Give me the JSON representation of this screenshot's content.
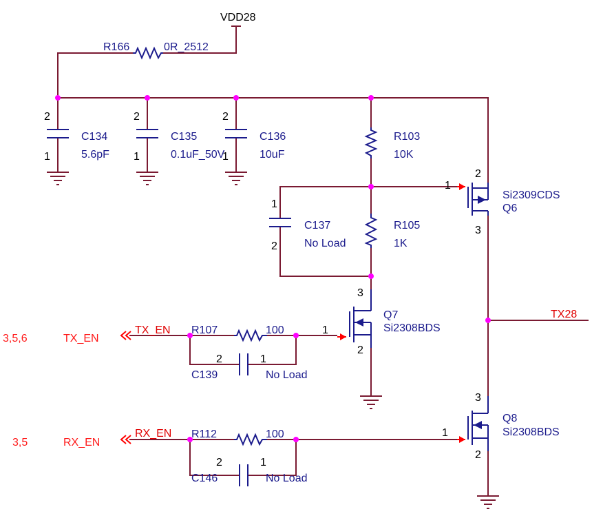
{
  "power": {
    "vdd": "VDD28"
  },
  "components": {
    "r166": {
      "ref": "R166",
      "value": "0R_2512"
    },
    "c134": {
      "ref": "C134",
      "value": "5.6pF",
      "pin_top": "2",
      "pin_bottom": "1"
    },
    "c135": {
      "ref": "C135",
      "value": "0.1uF_50V",
      "pin_top": "2",
      "pin_bottom": "1"
    },
    "c136": {
      "ref": "C136",
      "value": "10uF",
      "pin_top": "2",
      "pin_bottom": "1"
    },
    "r103": {
      "ref": "R103",
      "value": "10K"
    },
    "c137": {
      "ref": "C137",
      "value": "No Load",
      "pin_top": "1",
      "pin_bottom": "2"
    },
    "r105": {
      "ref": "R105",
      "value": "1K"
    },
    "q6": {
      "ref": "Q6",
      "part": "Si2309CDS",
      "pin_gate": "1",
      "pin_top": "2",
      "pin_bottom": "3"
    },
    "q7": {
      "ref": "Q7",
      "part": "Si2308BDS",
      "pin_gate": "1",
      "pin_top": "3",
      "pin_bottom": "2"
    },
    "r107": {
      "ref": "R107",
      "value": "100"
    },
    "c139": {
      "ref": "C139",
      "value": "No Load",
      "pin_left": "2",
      "pin_right": "1"
    },
    "q8": {
      "ref": "Q8",
      "part": "Si2308BDS",
      "pin_gate": "1",
      "pin_top": "3",
      "pin_bottom": "2"
    },
    "r112": {
      "ref": "R112",
      "value": "100"
    },
    "c146": {
      "ref": "C146",
      "value": "No Load",
      "pin_left": "2",
      "pin_right": "1"
    }
  },
  "nets": {
    "tx_en": {
      "name": "TX_EN",
      "port": "TX_EN",
      "pages": "3,5,6"
    },
    "rx_en": {
      "name": "RX_EN",
      "port": "RX_EN",
      "pages": "3,5"
    },
    "tx28": "TX28"
  },
  "colors": {
    "wire": "#7a1a32",
    "component": "#1b1b8c",
    "pin": "#ff0000",
    "junction": "#ff00ff",
    "net_label": "#e00000"
  }
}
